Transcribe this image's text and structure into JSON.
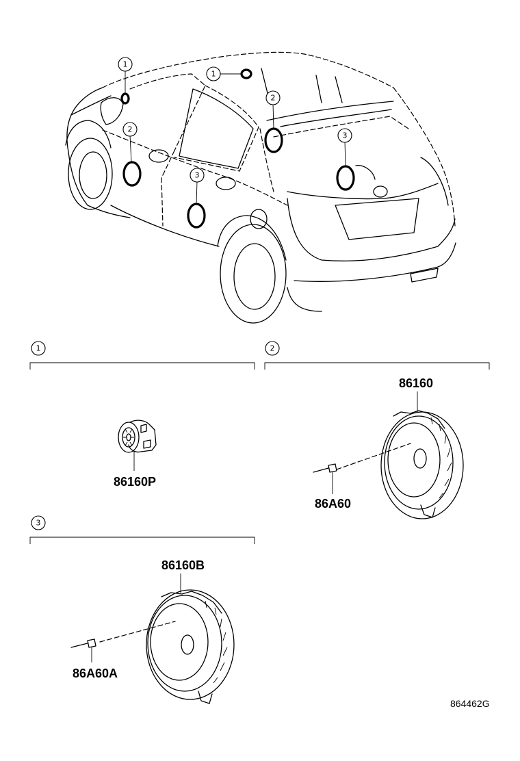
{
  "callouts": {
    "car_1a": "1",
    "car_1b": "1",
    "car_2a": "2",
    "car_2b": "2",
    "car_3a": "3",
    "car_3b": "3",
    "section_1": "1",
    "section_2": "2",
    "section_3": "3"
  },
  "parts": {
    "tweeter": "86160P",
    "front_speaker": "86160",
    "front_screw": "86A60",
    "rear_speaker": "86160B",
    "rear_screw": "86A60A"
  },
  "illustration_ref": "864462G"
}
